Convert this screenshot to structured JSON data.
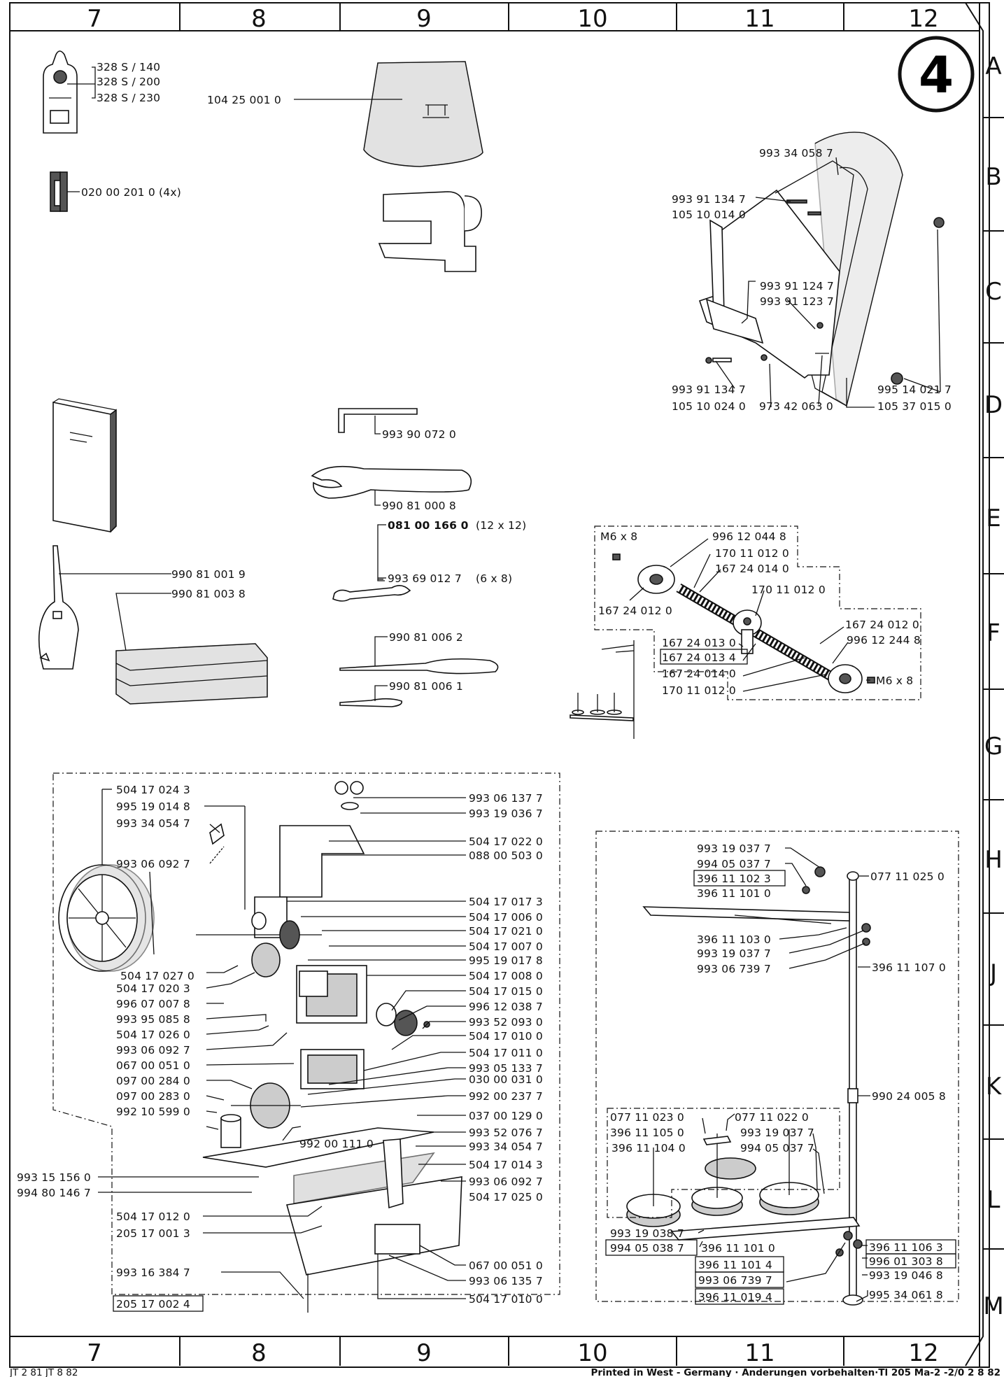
{
  "sheet": {
    "page_number": "4",
    "columns": [
      "7",
      "8",
      "9",
      "10",
      "11",
      "12"
    ],
    "rows": [
      "A",
      "B",
      "C",
      "D",
      "E",
      "F",
      "G",
      "H",
      "J",
      "K",
      "L",
      "M"
    ],
    "footer_left": "JT 2 81  JT 8 82",
    "footer_right": "Printed in West - Germany · Änderungen vorbehalten·Tl 205 Ma-2 -2/0 2   8 82"
  },
  "labels": {
    "l01": "328 S / 140",
    "l02": "328 S / 200",
    "l03": "328 S / 230",
    "l04": "104 25 001 0",
    "l05": "020 00 201 0 (4x)",
    "l06": "993 34 058 7",
    "l07": "993 91 134 7",
    "l08": "105 10 014 0",
    "l09": "993 91 124 7",
    "l10": "993 91 123 7",
    "l11": "993 91 134 7",
    "l12": "105 10 024 0",
    "l13": "973 42 063 0",
    "l14": "105 37 015 0",
    "l15": "995 14 021 7",
    "l16": "993 90 072 0",
    "l17": "990 81 000 8",
    "l18": "081 00 166 0",
    "l18s": "(12 x 12)",
    "l19": "993 69 012 7",
    "l19s": "(6 x 8)",
    "l20": "990 81 001 9",
    "l21": "990 81 003 8",
    "l22": "990 81 006 2",
    "l23": "990 81 006 1",
    "l24": "M6 x 8",
    "l25": "996 12 044 8",
    "l26": "170 11 012 0",
    "l27": "167 24 014 0",
    "l28": "170 11 012 0",
    "l29": "167 24 012 0",
    "l30": "167 24 012 0",
    "l31": "996 12 244 8",
    "l32": "167 24 013 0",
    "l33": "167 24 013 4",
    "l34": "167 24 014 0",
    "l35": "170 11 012 0",
    "l36": "M6 x 8",
    "m01": "504 17 024 3",
    "m02": "995 19 014 8",
    "m03": "993 34 054 7",
    "m04": "993 06 092 7",
    "m05": "993 06 137 7",
    "m06": "993 19 036 7",
    "m07": "504 17 022 0",
    "m08": "088 00 503 0",
    "m09": "504 17 017 3",
    "m10": "504 17 006 0",
    "m11": "504 17 021 0",
    "m12": "504 17 007 0",
    "m13": "995 19 017 8",
    "m14": "504 17 008 0",
    "m15": "504 17 015 0",
    "m16": "996 12 038 7",
    "m17": "993 52 093 0",
    "m18": "504 17 010 0",
    "m19": "504 17 011 0",
    "m20": "993 05 133 7",
    "m21": "030 00 031 0",
    "m22": "992 00 237 7",
    "m23": "037 00 129 0",
    "m24": "993 52 076 7",
    "m25": "993 34 054 7",
    "m26": "504 17 014 3",
    "m27": "993 06 092 7",
    "m28": "504 17 025 0",
    "m29": "067 00 051 0",
    "m30": "993 06 135 7",
    "m31": "504 17 010 0",
    "m32": "504 17 027 0",
    "m33": "504 17 020 3",
    "m34": "996 07 007 8",
    "m35": "993 95 085 8",
    "m36": "504 17 026 0",
    "m37": "993 06 092 7",
    "m38": "067 00 051 0",
    "m39": "097 00 284 0",
    "m40": "097 00 283 0",
    "m41": "992 10 599 0",
    "m42": "992 00 111 0",
    "m43": "993 15 156 0",
    "m44": "994 80 146 7",
    "m45": "504 17 012 0",
    "m46": "205 17 001 3",
    "m47": "993 16 384 7",
    "m48": "205 17 002 4",
    "s01": "993 19 037 7",
    "s02": "994 05 037 7",
    "s03": "396 11 102 3",
    "s04": "396 11 101 0",
    "s05": "077 11 025 0",
    "s06": "396 11 103 0",
    "s07": "993 19 037 7",
    "s08": "993 06 739 7",
    "s09": "396 11 107 0",
    "s10": "990 24 005 8",
    "s11": "077 11 023 0",
    "s12": "396 11 105 0",
    "s13": "396 11 104 0",
    "s14": "077 11 022 0",
    "s15": "993 19 037 7",
    "s16": "994 05 037 7",
    "s17": "993 19 038 7",
    "s18": "994 05 038 7",
    "s19": "396 11 101 0",
    "s20": "396 11 101 4",
    "s21": "993 06 739 7",
    "s22": "396 11 019 4",
    "s23": "396 11 106 3",
    "s24": "996 01 303 8",
    "s25": "993 19 046 8",
    "s26": "995 34 061 8"
  }
}
